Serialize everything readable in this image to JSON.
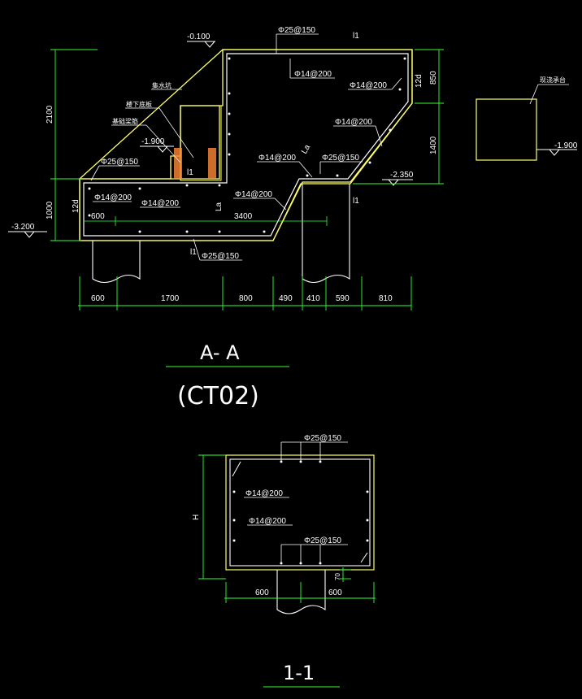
{
  "section_aa": {
    "title": "A- A",
    "subtitle": "(CT02)",
    "elev_top": "-0.100",
    "elev_left_pit": "-1.900",
    "elev_right": "-2.350",
    "elev_bottom": "-3.200",
    "rebar_top": "Φ25@150",
    "rebar_top_inner": "Φ14@200",
    "rebar_top_right": "Φ14@200",
    "rebar_slope": "Φ14@200",
    "rebar_mid": "Φ14@200",
    "rebar_mid_right": "Φ25@150",
    "rebar_left_top": "Φ25@150",
    "rebar_left_inner1": "Φ14@200",
    "rebar_left_inner2": "Φ14@200",
    "rebar_lower": "Φ14@200",
    "rebar_bottom": "Φ25@150",
    "label_l1_top": "l1",
    "label_l1_pit": "l1",
    "label_l1_right": "l1",
    "label_l1_bottom": "l1",
    "label_la_slope": "La",
    "label_la_left": "La",
    "label_12d_top": "12d",
    "label_12d_left": "12d",
    "pit_label_1": "集水坑",
    "pit_label_2": "楼下底板",
    "pit_label_3": "基础梁筋",
    "dim_left_top": "2100",
    "dim_left_bottom": "1000",
    "dim_right_top": "850",
    "dim_right_bottom": "1400",
    "dim_inner_600": "600",
    "dim_inner_3400": "3400",
    "dims_bottom": [
      "600",
      "1700",
      "800",
      "490",
      "410",
      "590",
      "810"
    ]
  },
  "detail_box": {
    "label": "现浇承台",
    "elev": "-1.900"
  },
  "section_11": {
    "title": "1-1",
    "rebar_top": "Φ25@150",
    "rebar_mid1": "Φ14@200",
    "rebar_mid2": "Φ14@200",
    "rebar_bottom": "Φ25@150",
    "label_h": "H",
    "label_70": "70",
    "dim_left": "600",
    "dim_right": "600"
  }
}
